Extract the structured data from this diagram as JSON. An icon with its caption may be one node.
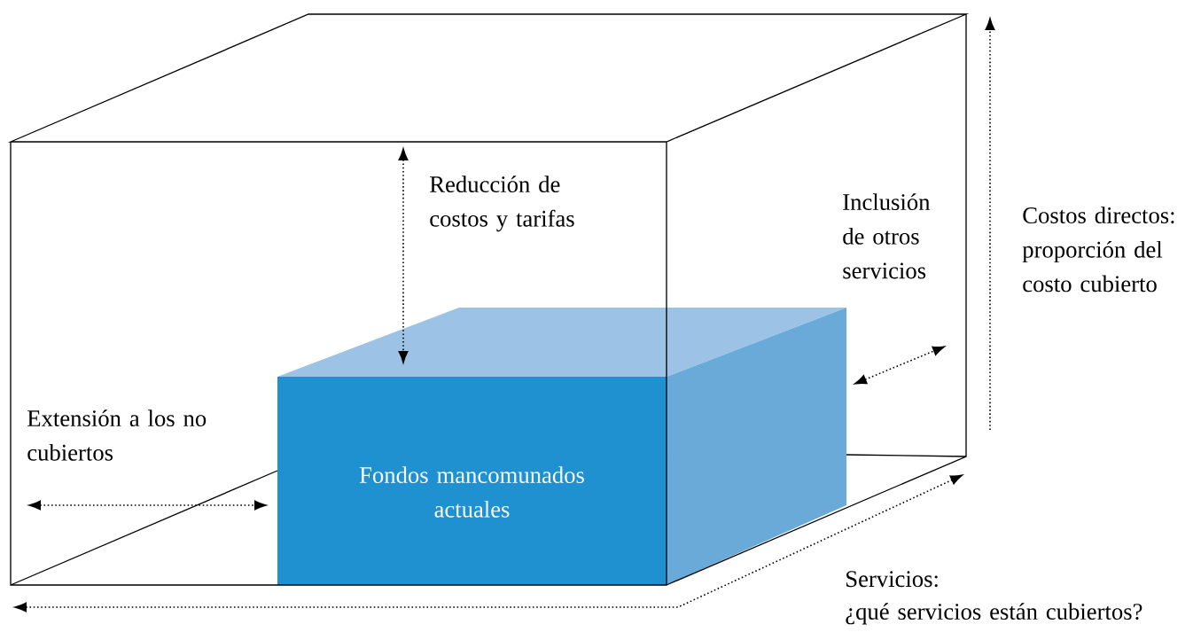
{
  "diagram": {
    "nodes": [
      {
        "text": [
          "Fondos mancomunados actuales"
        ]
      }
    ],
    "labels": [
      "Reducción de costos y tarifas",
      "Inclusión de otros servicios",
      "Costos directos: proporción del costo cubierto",
      "Extensión a los no cubiertos",
      "Servicios:",
      "¿qué servicios están cubiertos?"
    ]
  }
}
